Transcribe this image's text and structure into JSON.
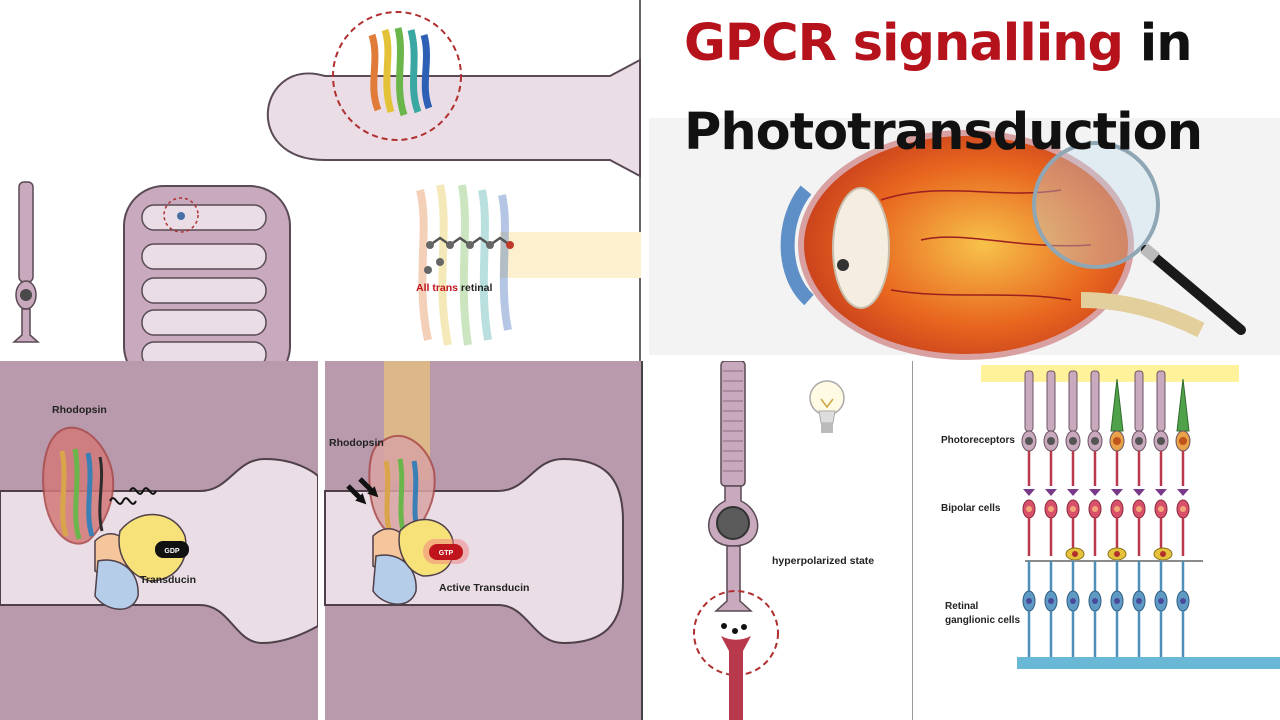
{
  "title": {
    "line1_highlight": "GPCR signalling",
    "line1_rest": " in",
    "line2": "Phototransduction"
  },
  "top_left_panel": {
    "label_all_trans": "All trans",
    "label_retinal": " retinal"
  },
  "bottom_left_panel": {
    "label_rhodopsin": "Rhodopsin",
    "label_transducin": "Transducin",
    "badge_gdp": "GDP"
  },
  "bottom_middle_panel": {
    "label_rhodopsin": "Rhodopsin",
    "label_active_transducin": "Active Transducin",
    "badge_gtp": "GTP"
  },
  "rod_panel": {
    "label_state": "hyperpolarized state"
  },
  "retina_panel": {
    "label_photoreceptors": "Photoreceptors",
    "label_bipolar": "Bipolar cells",
    "label_ganglion_line1": "Retinal",
    "label_ganglion_line2": "ganglionic cells"
  },
  "colors": {
    "title_red": "#b5121b",
    "membrane_purple": "#b89aac",
    "membrane_light": "#eadde5",
    "gdp_badge": "#111111",
    "gtp_badge": "#c0141c"
  }
}
